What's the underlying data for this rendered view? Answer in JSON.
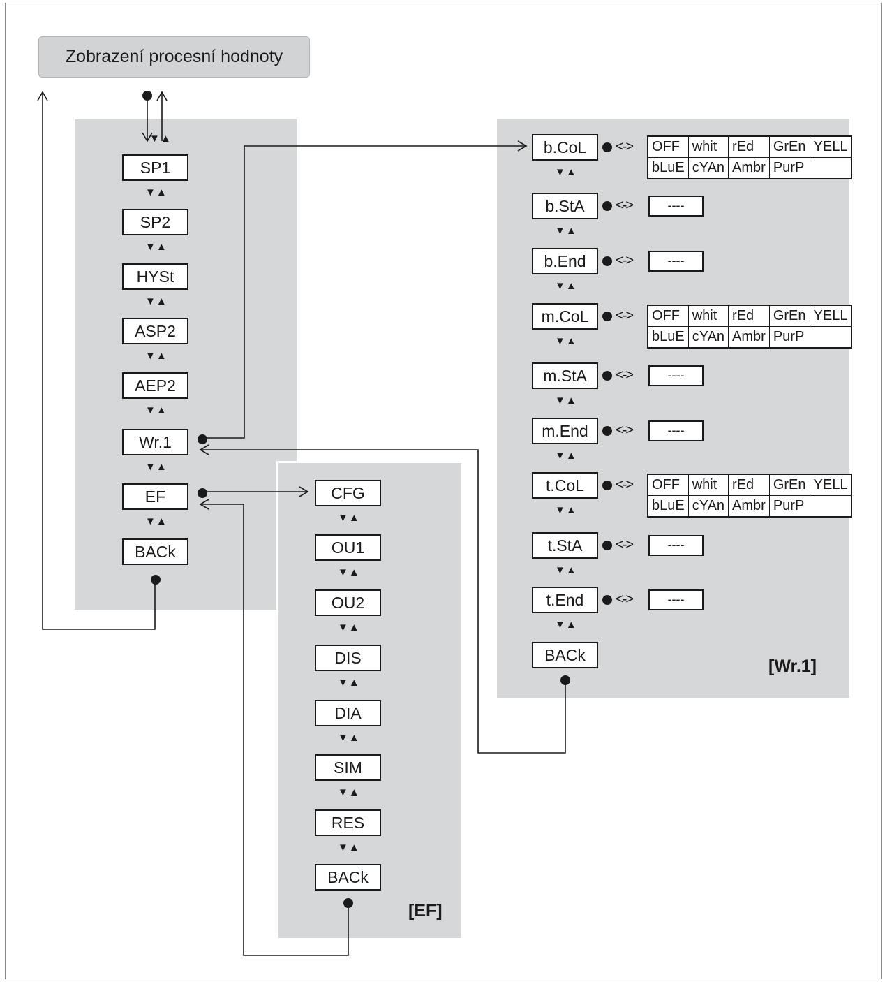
{
  "title": "Zobrazení procesní hodnoty",
  "nav_symbol": "▼▲",
  "arrow_glyph": "<->",
  "main_menu": [
    "SP1",
    "SP2",
    "HYSt",
    "ASP2",
    "AEP2",
    "Wr.1",
    "EF",
    "BACk"
  ],
  "ef_menu": {
    "label": "[EF]",
    "items": [
      "CFG",
      "OU1",
      "OU2",
      "DIS",
      "DIA",
      "SIM",
      "RES",
      "BACk"
    ]
  },
  "wr1_menu": {
    "label": "[Wr.1]",
    "items": [
      "b.CoL",
      "b.StA",
      "b.End",
      "m.CoL",
      "m.StA",
      "m.End",
      "t.CoL",
      "t.StA",
      "t.End",
      "BACk"
    ],
    "dash_value": "----",
    "color_options_row1": [
      "OFF",
      "whit",
      "rEd",
      "GrEn",
      "YELL"
    ],
    "color_options_row2": [
      "bLuE",
      "cYAn",
      "Ambr",
      "PurP"
    ]
  },
  "colors": {
    "panel": "#d6d7d9",
    "line": "#1a1a1a",
    "box_border": "#1a1a1a"
  }
}
